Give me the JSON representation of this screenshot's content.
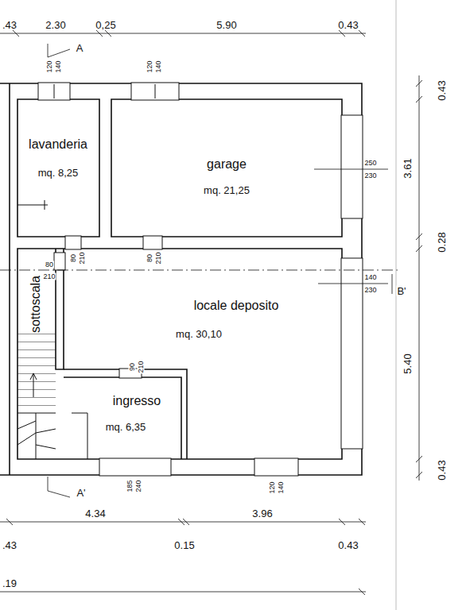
{
  "diagram": {
    "nodes": [
      {
        "text": [
          "lavanderia",
          "mq. 8,25"
        ]
      },
      {
        "text": [
          "garage",
          "mq. 21,25"
        ]
      },
      {
        "text": [
          "sottoscala"
        ]
      },
      {
        "text": [
          "locale deposito",
          "mq. 30,10"
        ]
      },
      {
        "text": [
          "ingresso",
          "mq. 6,35"
        ]
      }
    ],
    "labels": [
      ".43",
      "2.30",
      "0,25",
      "5.90",
      "0.43",
      "A",
      "120",
      "140",
      "120",
      "140",
      "250",
      "230",
      "0.43",
      "3.61",
      "0.28",
      "80",
      "210",
      "80",
      "210",
      "80",
      "210",
      "140",
      "230",
      "B'",
      "5.40",
      "90",
      "210",
      "0.43",
      "185",
      "240",
      "120",
      "140",
      "A'",
      "4.34",
      "3.96",
      ".43",
      "0.15",
      "0.43",
      ".19"
    ]
  }
}
